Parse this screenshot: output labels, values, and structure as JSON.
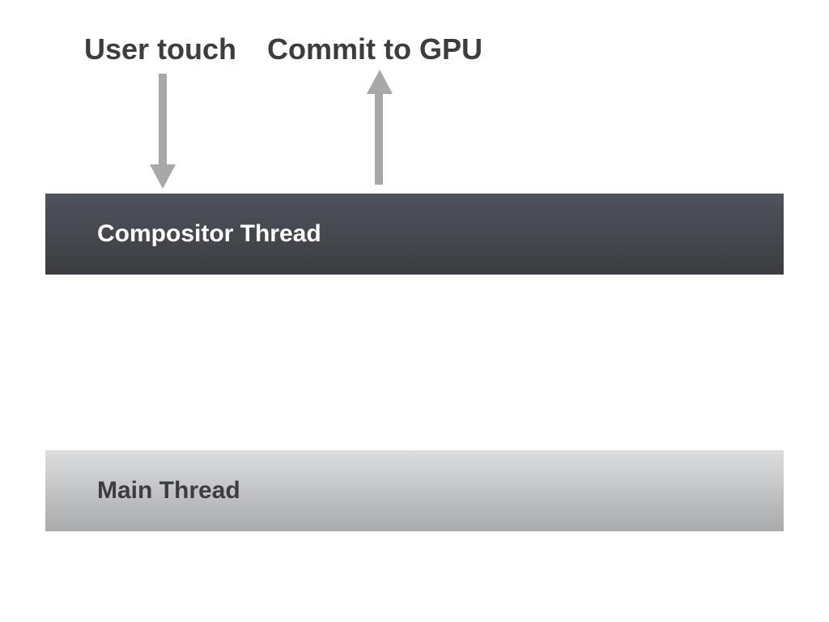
{
  "labels": {
    "user_touch": "User touch",
    "commit_to_gpu": "Commit to GPU"
  },
  "threads": {
    "compositor": "Compositor Thread",
    "main": "Main Thread"
  },
  "colors": {
    "arrow": "#a8a8a8",
    "compositor_bar": "#45484e",
    "main_bar": "#c4c5c6",
    "label_dark": "#3d3d3f"
  }
}
